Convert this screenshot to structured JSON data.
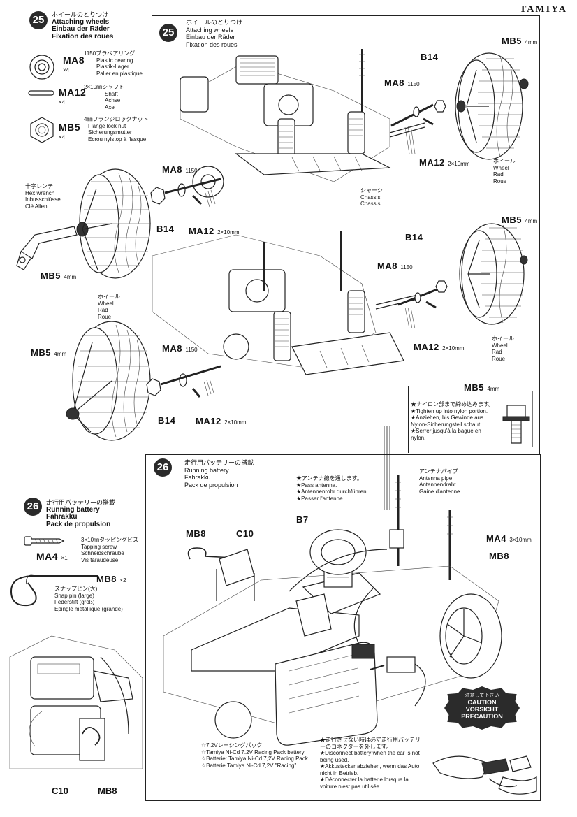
{
  "brand": "TAMIYA",
  "step25": {
    "number": "25",
    "title_jp": "ホイールのとりつけ",
    "title_en": "Attaching wheels",
    "title_de": "Einbau der Räder",
    "title_fr": "Fixation des roues"
  },
  "step26": {
    "number": "26",
    "title_jp": "走行用バッテリーの搭載",
    "title_en": "Running battery",
    "title_de": "Fahrakku",
    "title_fr": "Pack de propulsion"
  },
  "parts25": [
    {
      "code": "MA8",
      "qty": "×4",
      "spec": "1150",
      "jp": "1150ブラベアリング",
      "en": "Plastic bearing",
      "de": "Plastik-Lager",
      "fr": "Palier en plastique"
    },
    {
      "code": "MA12",
      "qty": "×4",
      "spec": "2×10mm",
      "jp": "2×10㎜シャフト",
      "en": "Shaft",
      "de": "Achse",
      "fr": "Axe"
    },
    {
      "code": "MB5",
      "qty": "×4",
      "spec": "4mm",
      "jp": "4㎜フランジロックナット",
      "en": "Flange lock nut",
      "de": "Sicherungsmutter",
      "fr": "Ecrou nylstop à flasque"
    }
  ],
  "parts26": [
    {
      "code": "MA4",
      "qty": "×1",
      "jp": "3×10㎜タッピングビス",
      "en": "Tapping screw",
      "de": "Schneidschraube",
      "fr": "Vis taraudeuse"
    },
    {
      "code": "MB8",
      "qty": "×2",
      "jp": "スナップピン(大)",
      "en": "Snap pin (large)",
      "de": "Federstift (groß)",
      "fr": "Epingle métallique (grande)"
    }
  ],
  "tool": {
    "jp": "十字レンチ",
    "en": "Hex wrench",
    "de": "Inbusschlüssel",
    "fr": "Clé Allen"
  },
  "wheel_label": {
    "jp": "ホイール",
    "en": "Wheel",
    "de": "Rad",
    "fr": "Roue"
  },
  "chassis_label": {
    "jp": "シャーシ",
    "en": "Chassis",
    "de": "Chassis",
    "fr": "Châssis"
  },
  "callouts": {
    "mb5": "MB5",
    "b14": "B14",
    "ma8": "MA8",
    "ma12": "MA12",
    "mb8": "MB8",
    "c10": "C10",
    "b7": "B7",
    "ma4": "MA4",
    "mm4": "4mm",
    "mm1150": "1150",
    "mm2x10": "2×10mm",
    "mm3x10": "3×10mm"
  },
  "nylon_note": {
    "jp": "★ナイロン部まで締め込みます。",
    "en": "★Tighten up into nylon portion.",
    "de": "★Anziehen, bis Gewinde aus Nylon-Sicherungsteil schaut.",
    "fr": "★Serrer jusqu'à la bague en nylon."
  },
  "antenna_note": {
    "jp": "★アンテナ線を通します。",
    "en": "★Pass antenna.",
    "de": "★Antennenrohr durchführen.",
    "fr": "★Passer l'antenne."
  },
  "antenna_pipe": {
    "jp": "アンテナパイプ",
    "en": "Antenna pipe",
    "de": "Antennendraht",
    "fr": "Gaine d'antenne"
  },
  "battery_note": {
    "jp": "☆7.2Vレーシングパック",
    "en": "☆Tamiya Ni-Cd 7.2V Racing Pack battery",
    "de": "☆Batterie: Tamiya Ni-Cd 7,2V Racing Pack",
    "fr": "☆Batterie Tamiya Ni-Cd 7,2V \"Racing\""
  },
  "disconnect_note": {
    "jp": "★走行させない時は必ず走行用バッテリーのコネクターを外します。",
    "en": "★Disconnect battery when the car is not being used.",
    "de": "★Akkustecker abziehen, wenn das Auto nicht in Betrieb.",
    "fr": "★Déconnecter la batterie lorsque la voiture n'est pas utilisée."
  },
  "caution": {
    "jp": "注意して下さい",
    "l1": "CAUTION",
    "l2": "VORSICHT",
    "l3": "PRECAUTION"
  }
}
